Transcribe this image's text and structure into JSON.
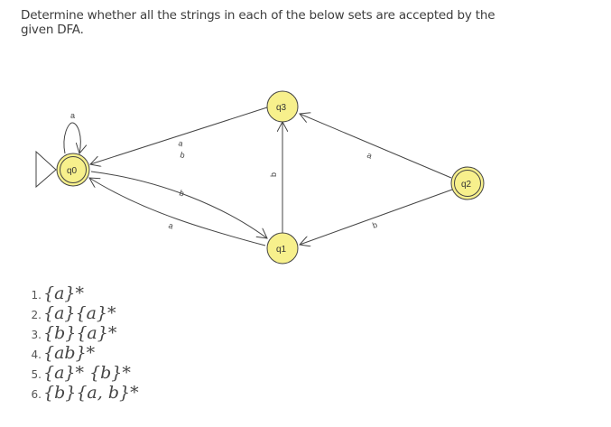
{
  "question": "Determine whether all the strings in each of the below sets are accepted by the given DFA.",
  "dfa": {
    "colors": {
      "state_fill": "#f7f08c",
      "stroke": "#444444"
    },
    "start_state": "q0",
    "states": [
      {
        "id": "q0",
        "label": "q0",
        "final": true
      },
      {
        "id": "q1",
        "label": "q1",
        "final": false
      },
      {
        "id": "q2",
        "label": "q2",
        "final": true
      },
      {
        "id": "q3",
        "label": "q3",
        "final": false
      }
    ],
    "transitions": [
      {
        "from": "q0",
        "to": "q0",
        "label": "a"
      },
      {
        "from": "q3",
        "to": "q0",
        "label": "a"
      },
      {
        "from": "q3",
        "to": "q0",
        "label": "b",
        "label_key": "b2"
      },
      {
        "from": "q0",
        "to": "q1",
        "label": "b"
      },
      {
        "from": "q1",
        "to": "q0",
        "label": "a"
      },
      {
        "from": "q1",
        "to": "q3",
        "label": "b"
      },
      {
        "from": "q2",
        "to": "q3",
        "label": "a"
      },
      {
        "from": "q2",
        "to": "q1",
        "label": "b"
      }
    ]
  },
  "sets": [
    {
      "number": "1.",
      "expr": "{a}*"
    },
    {
      "number": "2.",
      "expr": "{a}{a}*"
    },
    {
      "number": "3.",
      "expr": "{b}{a}*"
    },
    {
      "number": "4.",
      "expr": "{ab}*"
    },
    {
      "number": "5.",
      "expr": "{a}* {b}*"
    },
    {
      "number": "6.",
      "expr": "{b}{a, b}*"
    }
  ]
}
